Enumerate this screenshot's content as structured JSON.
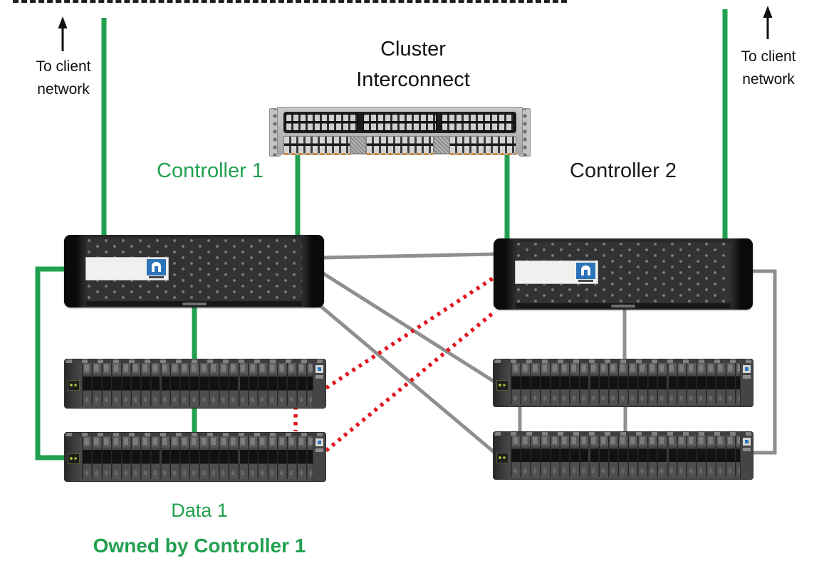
{
  "colors": {
    "green": "#22a050",
    "gray_line": "#8f8f8f",
    "red_dotted": "#e1151d",
    "black_text": "#1a1a1a",
    "netapp_blue": "#2c74ba"
  },
  "labels": {
    "client_network_left": {
      "line1": "To client",
      "line2": "network"
    },
    "client_network_right": {
      "line1": "To client",
      "line2": "network"
    },
    "cluster_interconnect": {
      "line1": "Cluster",
      "line2": "Interconnect"
    },
    "controller_1": "Controller 1",
    "controller_2": "Controller 2",
    "data_group": {
      "title": "Data 1",
      "subtitle": "Owned by Controller 1"
    }
  },
  "devices": [
    {
      "name": "cluster-interconnect-switch",
      "type": "network-switch"
    },
    {
      "name": "controller-1",
      "type": "netapp-controller"
    },
    {
      "name": "controller-2",
      "type": "netapp-controller"
    },
    {
      "name": "disk-shelf-left-1",
      "type": "disk-shelf-24-drive"
    },
    {
      "name": "disk-shelf-left-2",
      "type": "disk-shelf-24-drive"
    },
    {
      "name": "disk-shelf-right-1",
      "type": "disk-shelf-24-drive"
    },
    {
      "name": "disk-shelf-right-2",
      "type": "disk-shelf-24-drive"
    }
  ],
  "connections": [
    {
      "from": "controller-1",
      "to": "client-network",
      "style": "green-solid"
    },
    {
      "from": "controller-2",
      "to": "client-network",
      "style": "green-solid"
    },
    {
      "from": "controller-1",
      "to": "cluster-interconnect-switch",
      "style": "green-solid"
    },
    {
      "from": "controller-2",
      "to": "cluster-interconnect-switch",
      "style": "green-solid"
    },
    {
      "from": "controller-1",
      "to": "disk-shelf-left-1",
      "style": "green-solid"
    },
    {
      "from": "disk-shelf-left-1",
      "to": "disk-shelf-left-2",
      "style": "green-solid"
    },
    {
      "from": "controller-1",
      "to": "disk-shelf-left-2",
      "style": "green-solid-loop"
    },
    {
      "from": "controller-1",
      "to": "controller-2",
      "style": "gray-solid"
    },
    {
      "from": "controller-1",
      "to": "disk-shelf-right-1",
      "style": "gray-solid"
    },
    {
      "from": "controller-1",
      "to": "disk-shelf-right-2",
      "style": "gray-solid"
    },
    {
      "from": "controller-2",
      "to": "disk-shelf-right-1",
      "style": "gray-solid"
    },
    {
      "from": "disk-shelf-right-1",
      "to": "disk-shelf-right-2",
      "style": "gray-solid"
    },
    {
      "from": "controller-2",
      "to": "disk-shelf-right-2",
      "style": "gray-solid-loop"
    },
    {
      "from": "disk-shelf-left-1",
      "to": "controller-2",
      "style": "red-dotted"
    },
    {
      "from": "disk-shelf-left-2",
      "to": "controller-2",
      "style": "red-dotted"
    },
    {
      "from": "disk-shelf-left-1",
      "to": "disk-shelf-left-2",
      "style": "red-dotted"
    }
  ]
}
